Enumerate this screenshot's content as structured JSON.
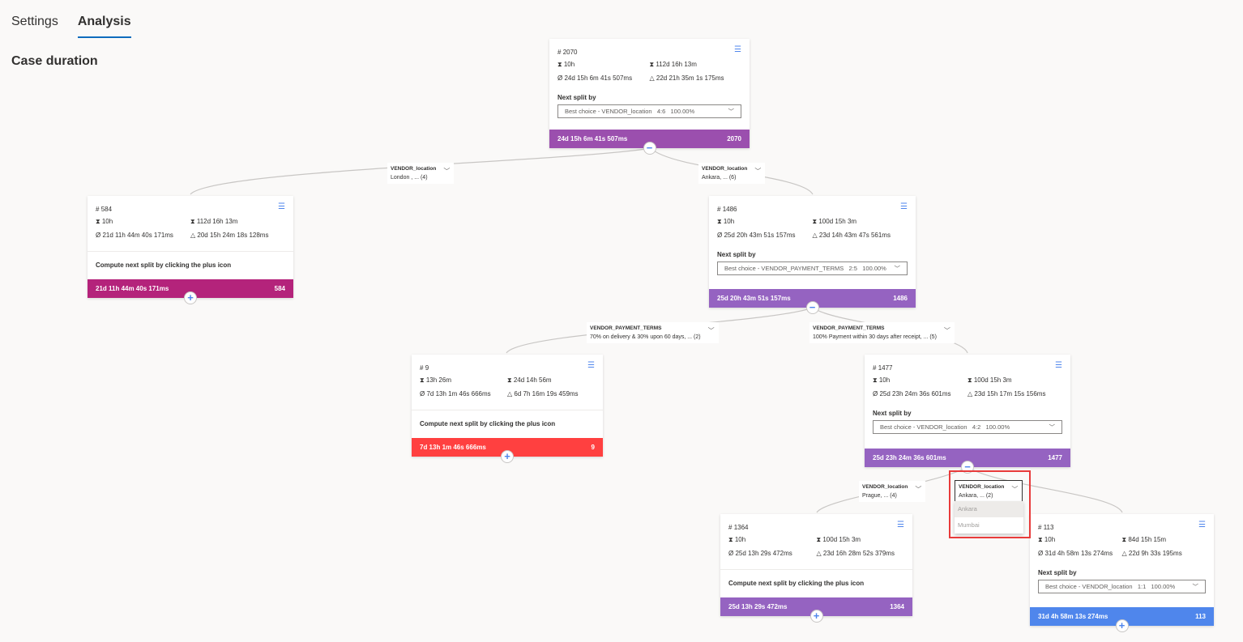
{
  "tabs": [
    {
      "label": "Settings",
      "active": false
    },
    {
      "label": "Analysis",
      "active": true
    }
  ],
  "title": "Case duration",
  "next_split_label": "Next split by",
  "compute_hint": "Compute next split by clicking the plus icon",
  "nodes": [
    {
      "id": "n1",
      "count": "2070",
      "min": "10h",
      "max": "112d 16h 13m",
      "avg": "24d 15h 6m 41s 507ms",
      "std": "22d 21h 35m 1s 175ms",
      "split": {
        "attr": "Best choice - VENDOR_location",
        "ratio": "4:6",
        "pct": "100.00%"
      },
      "bar": "24d 15h 6m 41s 507ms",
      "color": "#9b4fae",
      "toggle": "minus"
    },
    {
      "id": "n2",
      "count": "584",
      "min": "10h",
      "max": "112d 16h 13m",
      "avg": "21d 11h 44m 40s 171ms",
      "std": "20d 15h 24m 18s 128ms",
      "bar": "21d 11h 44m 40s 171ms",
      "color": "#b4237b",
      "toggle": "plus"
    },
    {
      "id": "n3",
      "count": "1486",
      "min": "10h",
      "max": "100d 15h 3m",
      "avg": "25d 20h 43m 51s 157ms",
      "std": "23d 14h 43m 47s 561ms",
      "split": {
        "attr": "Best choice - VENDOR_PAYMENT_TERMS",
        "ratio": "2:5",
        "pct": "100.00%"
      },
      "bar": "25d 20h 43m 51s 157ms",
      "color": "#9563c1",
      "toggle": "minus"
    },
    {
      "id": "n4",
      "count": "9",
      "min": "13h 26m",
      "max": "24d 14h 56m",
      "avg": "7d 13h 1m 46s 666ms",
      "std": "6d 7h 16m 19s 459ms",
      "bar": "7d 13h 1m 46s 666ms",
      "color": "#ff4040",
      "toggle": "plus"
    },
    {
      "id": "n5",
      "count": "1477",
      "min": "10h",
      "max": "100d 15h 3m",
      "avg": "25d 23h 24m 36s 601ms",
      "std": "23d 15h 17m 15s 156ms",
      "split": {
        "attr": "Best choice - VENDOR_location",
        "ratio": "4:2",
        "pct": "100.00%"
      },
      "bar": "25d 23h 24m 36s 601ms",
      "color": "#9563c1",
      "toggle": "minus"
    },
    {
      "id": "n6",
      "count": "1364",
      "min": "10h",
      "max": "100d 15h 3m",
      "avg": "25d 13h 29s 472ms",
      "std": "23d 16h 28m 52s 379ms",
      "bar": "25d 13h 29s 472ms",
      "color": "#9563c1",
      "toggle": "plus"
    },
    {
      "id": "n7",
      "count": "113",
      "min": "10h",
      "max": "84d 15h 15m",
      "avg": "31d 4h 58m 13s 274ms",
      "std": "22d 9h 33s 195ms",
      "split": {
        "attr": "Best choice - VENDOR_location",
        "ratio": "1:1",
        "pct": "100.00%"
      },
      "bar": "31d 4h 58m 13s 274ms",
      "color": "#4f86ec",
      "toggle": "plus"
    }
  ],
  "edges": [
    {
      "id": "e1",
      "attr": "VENDOR_location",
      "value": "London , ... (4)"
    },
    {
      "id": "e2",
      "attr": "VENDOR_location",
      "value": "Ankara, ... (6)"
    },
    {
      "id": "e3",
      "attr": "VENDOR_PAYMENT_TERMS",
      "value": "70% on delivery & 30% upon 60 days, ... (2)"
    },
    {
      "id": "e4",
      "attr": "VENDOR_PAYMENT_TERMS",
      "value": "100% Payment within 30 days after receipt, ... (5)"
    },
    {
      "id": "e5",
      "attr": "VENDOR_location",
      "value": "Prague, ... (4)"
    },
    {
      "id": "e6",
      "attr": "VENDOR_location",
      "value": "Ankara, ... (2)",
      "open": true
    }
  ],
  "dropdown_options": [
    "Ankara",
    "Mumbai"
  ]
}
